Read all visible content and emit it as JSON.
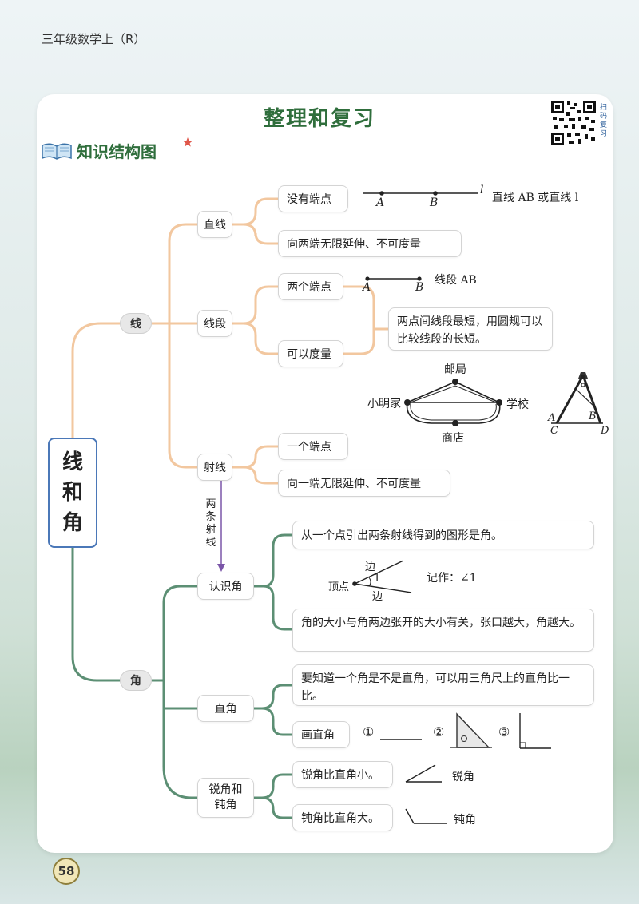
{
  "header": {
    "book_title": "三年级数学上（R）"
  },
  "page": {
    "title": "整理和复习",
    "number": "58"
  },
  "qr": {
    "label": "扫码复习"
  },
  "section": {
    "title": "知识结构图"
  },
  "main_topic": {
    "line1": "线",
    "line2": "和",
    "line3": "角"
  },
  "line_branch": {
    "label": "线",
    "straight_line": {
      "label": "直线",
      "no_endpoints": "没有端点",
      "description": "向两端无限延伸、不可度量",
      "point_a": "A",
      "point_b": "B",
      "line_name": "l",
      "notation": "直线 AB 或直线 l"
    },
    "segment": {
      "label": "线段",
      "two_endpoints": "两个端点",
      "measurable": "可以度量",
      "point_a": "A",
      "point_b": "B",
      "notation": "线段 AB",
      "shortest_note": "两点间线段最短，用圆规可以比较线段的长短。",
      "route": {
        "post_office": "邮局",
        "home": "小明家",
        "school": "学校",
        "store": "商店"
      },
      "compass": {
        "a": "A",
        "b": "B",
        "c": "C",
        "d": "D"
      }
    },
    "ray": {
      "label": "射线",
      "one_endpoint": "一个端点",
      "description": "向一端无限延伸、不可度量"
    }
  },
  "connector": {
    "two_rays": "两条射线"
  },
  "angle_branch": {
    "label": "角",
    "know_angle": {
      "label": "认识角",
      "definition": "从一个点引出两条射线得到的图形是角。",
      "vertex": "顶点",
      "side_top": "边",
      "side_bottom": "边",
      "angle_num": "1",
      "notation": "记作：∠1",
      "size_note": "角的大小与角两边张开的大小有关，张口越大，角越大。"
    },
    "right_angle": {
      "label": "直角",
      "check_note": "要知道一个角是不是直角，可以用三角尺上的直角比一比。",
      "draw_label": "画直角",
      "step1": "①",
      "step2": "②",
      "step3": "③"
    },
    "acute_obtuse": {
      "label_line1": "锐角和",
      "label_line2": "钝角",
      "acute_note": "锐角比直角小。",
      "acute": "锐角",
      "obtuse_note": "钝角比直角大。",
      "obtuse": "钝角"
    }
  },
  "colors": {
    "line_branch": "#f2c79f",
    "angle_branch": "#5c8f74",
    "title": "#2f6e3c",
    "main_border": "#4b78b8"
  }
}
